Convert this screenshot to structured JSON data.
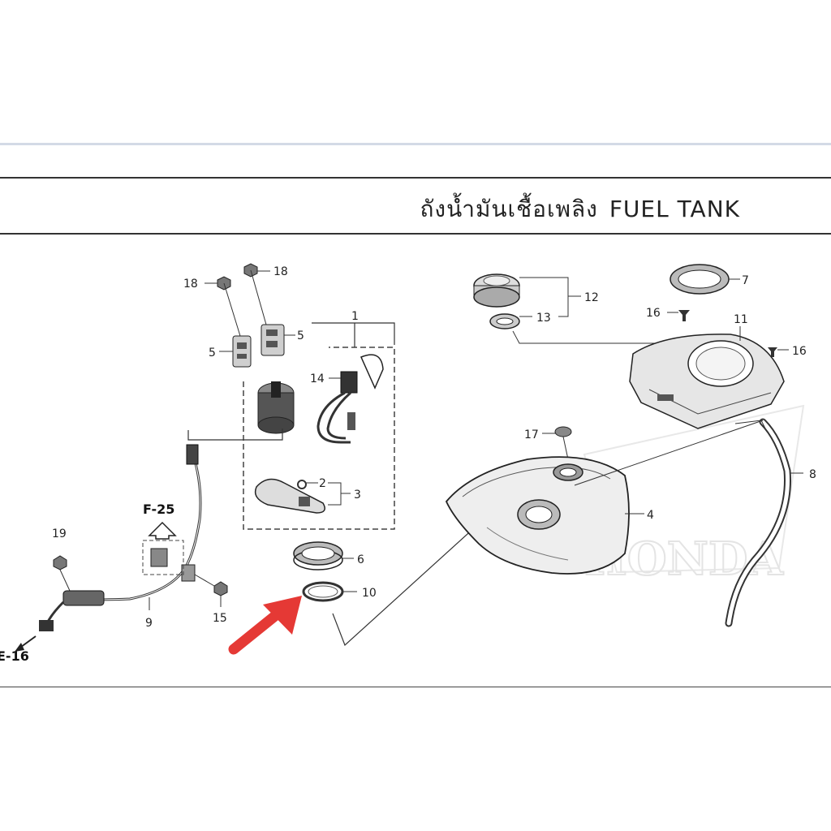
{
  "title": {
    "thai": "ถังน้ำมันเชื้อเพลิง",
    "english": "FUEL TANK"
  },
  "refs": {
    "f25": "F-25",
    "e16": "E-16"
  },
  "watermark": "HONDA",
  "parts": {
    "p1": "1",
    "p2": "2",
    "p3": "3",
    "p4": "4",
    "p5a": "5",
    "p5b": "5",
    "p6": "6",
    "p7": "7",
    "p8": "8",
    "p9": "9",
    "p10": "10",
    "p11": "11",
    "p12": "12",
    "p13": "13",
    "p14": "14",
    "p15": "15",
    "p16a": "16",
    "p16b": "16",
    "p17": "17",
    "p18a": "18",
    "p18b": "18",
    "p19": "19"
  },
  "colors": {
    "highlight_arrow": "#e53935",
    "line": "#333333",
    "watermark": "#d0d0d0"
  }
}
